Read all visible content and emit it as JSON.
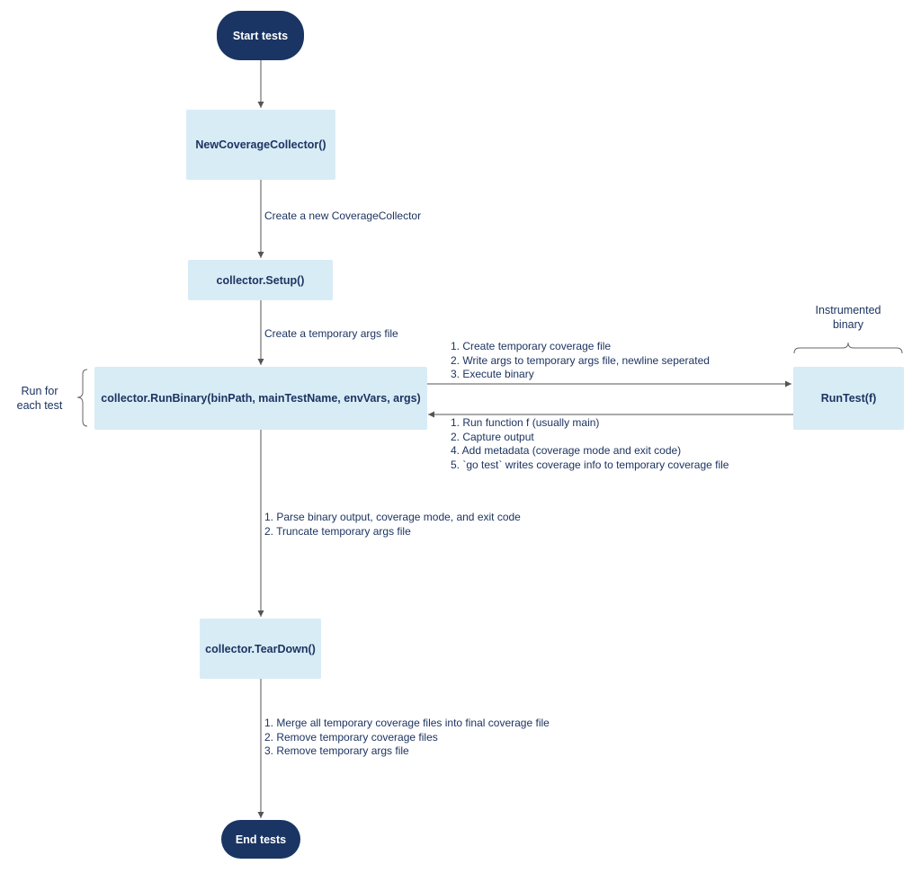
{
  "nodes": {
    "start": "Start tests",
    "new_collector": "NewCoverageCollector()",
    "setup": "collector.Setup()",
    "run_binary": "collector.RunBinary(binPath, mainTestName, envVars, args)",
    "run_test": "RunTest(f)",
    "teardown": "collector.TearDown()",
    "end": "End tests"
  },
  "labels": {
    "create_collector": "Create a new CoverageCollector",
    "create_args": "Create a temporary args file",
    "to_runtest": [
      "1. Create temporary coverage file",
      "2. Write args to temporary args file, newline seperated",
      "3. Execute binary"
    ],
    "from_runtest": [
      "1. Run function f (usually main)",
      "2. Capture output",
      "4. Add metadata (coverage mode and exit code)",
      "5. `go test` writes coverage info to temporary coverage file"
    ],
    "parse": [
      "1. Parse binary output, coverage mode, and exit code",
      "2. Truncate temporary args file"
    ],
    "merge": [
      "1. Merge all temporary coverage files into final coverage file",
      "2. Remove temporary coverage files",
      "3. Remove temporary args file"
    ],
    "run_for_each_test": [
      "Run for",
      "each test"
    ],
    "instrumented_binary": [
      "Instrumented",
      "binary"
    ]
  },
  "colors": {
    "box_fill": "#d8ecf6",
    "pill_fill": "#1a3563",
    "text": "#1d3461",
    "line": "#555555"
  }
}
